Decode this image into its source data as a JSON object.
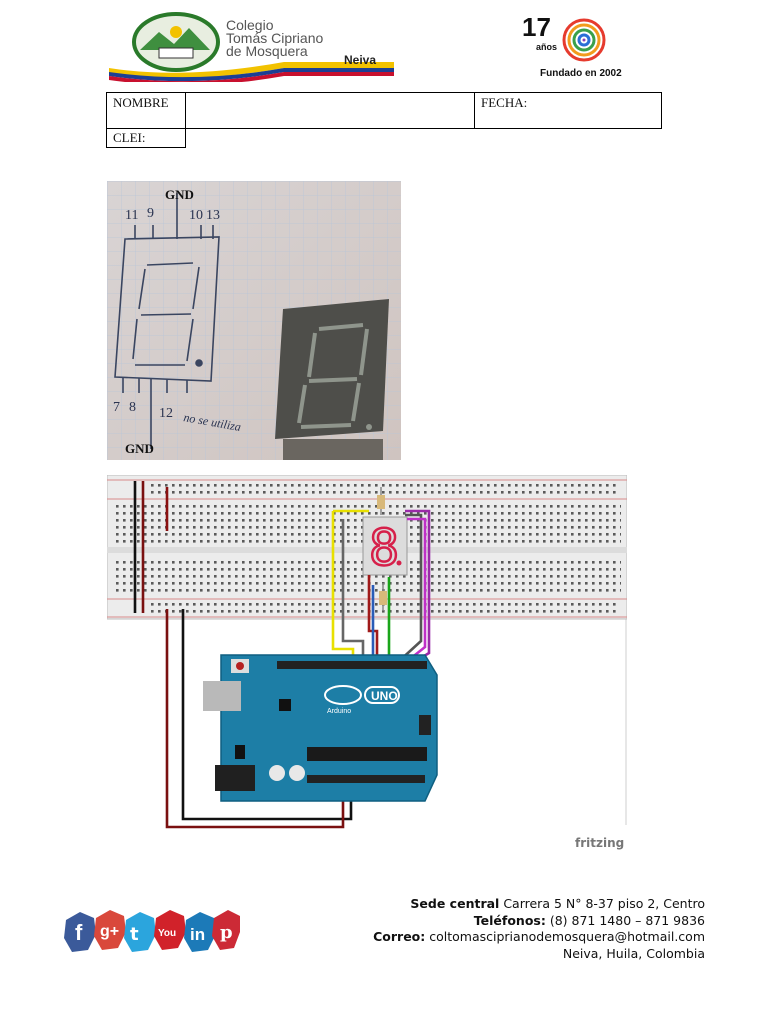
{
  "header": {
    "school_name_line1": "Colegio",
    "school_name_line2": "Tomás Cipriano",
    "school_name_line3": "de Mosquera",
    "city": "Neiva",
    "anniversary_number": "17",
    "anniversary_unit": "años",
    "founded": "Fundado en 2002"
  },
  "form": {
    "nombre_label": "NOMBRE",
    "fecha_label": "FECHA:",
    "clei_label": "CLEI:"
  },
  "photo_labels": {
    "gnd_top": "GND",
    "gnd_bottom": "GND",
    "pins_top": [
      "11",
      "9",
      "10",
      "13"
    ],
    "pins_bottom": [
      "7",
      "8",
      "12"
    ],
    "note": "no se utiliza"
  },
  "circuit": {
    "board_label": "UNO",
    "brand": "Arduino",
    "watermark": "fritzing",
    "display_digit": "8"
  },
  "footer": {
    "sede_label": "Sede central",
    "sede_value": "Carrera 5 N° 8-37 piso 2, Centro",
    "telefonos_label": "Teléfonos:",
    "telefonos_value": "(8) 871 1480 – 871 9836",
    "correo_label": "Correo:",
    "correo_value": "coltomasciprianodemosquera@hotmail.com",
    "location": "Neiva, Huila, Colombia",
    "social_icons": [
      "facebook-icon",
      "google-plus-icon",
      "twitter-icon",
      "youtube-icon",
      "linkedin-icon",
      "pinterest-icon"
    ]
  }
}
